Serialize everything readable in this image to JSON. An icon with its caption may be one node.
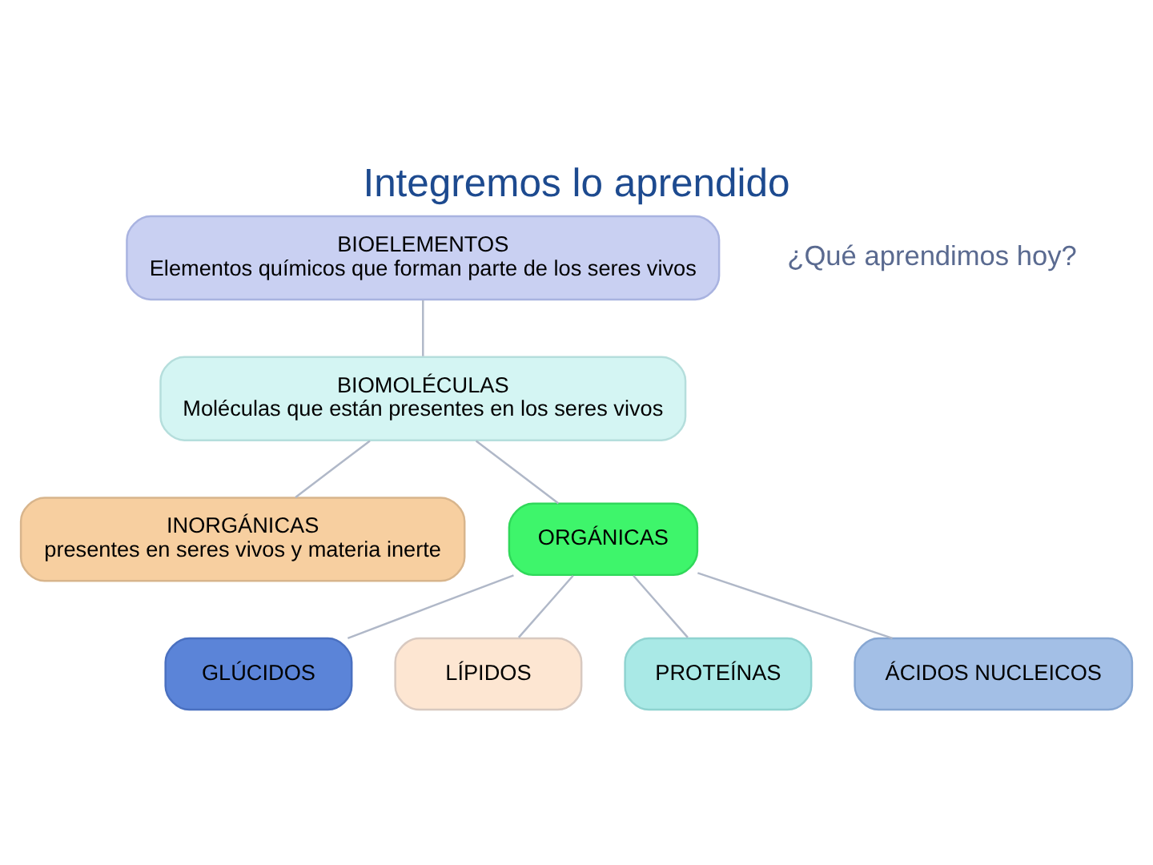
{
  "diagram": {
    "title": "Integremos lo aprendido",
    "nodes": [
      {
        "text": [
          "BIOELEMENTOS",
          "Elementos químicos que forman parte de los seres vivos"
        ]
      },
      {
        "text": [
          "BIOMOLÉCULAS",
          "Moléculas que están presentes en los seres vivos"
        ]
      },
      {
        "text": [
          "INORGÁNICAS",
          "presentes en seres vivos y materia inerte"
        ]
      },
      {
        "text": [
          "ORGÁNICAS"
        ]
      },
      {
        "text": [
          "GLÚCIDOS"
        ]
      },
      {
        "text": [
          "LÍPIDOS"
        ]
      },
      {
        "text": [
          "PROTEÍNAS"
        ]
      },
      {
        "text": [
          "ÁCIDOS NUCLEICOS"
        ]
      }
    ],
    "edges": [
      {
        "from": 0,
        "to": 1,
        "arrow": "none"
      },
      {
        "from": 1,
        "to": 2,
        "arrow": "none"
      },
      {
        "from": 1,
        "to": 3,
        "arrow": "none"
      },
      {
        "from": 3,
        "to": 4,
        "arrow": "none"
      },
      {
        "from": 3,
        "to": 5,
        "arrow": "none"
      },
      {
        "from": 3,
        "to": 6,
        "arrow": "none"
      },
      {
        "from": 3,
        "to": 7,
        "arrow": "none"
      }
    ],
    "labels": [
      "¿Qué aprendimos hoy?"
    ]
  }
}
